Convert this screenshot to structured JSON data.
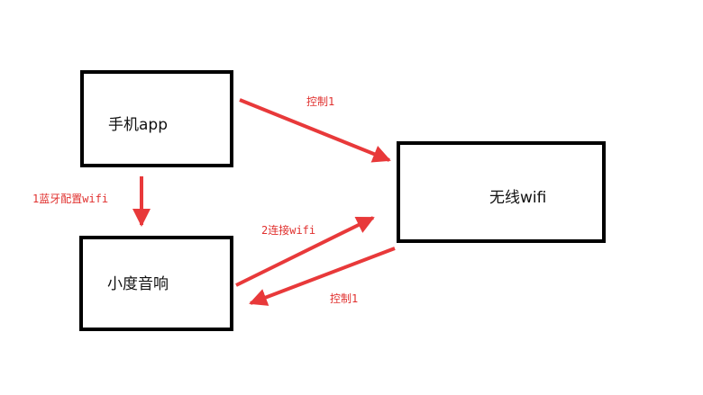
{
  "nodes": {
    "phone_app": {
      "label": "手机app"
    },
    "speaker": {
      "label": "小度音响"
    },
    "wifi": {
      "label": "无线wifi"
    }
  },
  "edges": {
    "app_to_wifi": {
      "label": "控制1"
    },
    "app_to_speaker": {
      "label": "1蓝牙配置wifi"
    },
    "speaker_to_wifi": {
      "label": "2连接wifi"
    },
    "wifi_to_speaker": {
      "label": "控制1"
    }
  },
  "colors": {
    "arrow": "#e8393a",
    "box_border": "#000000",
    "edge_text": "#e0302e"
  }
}
